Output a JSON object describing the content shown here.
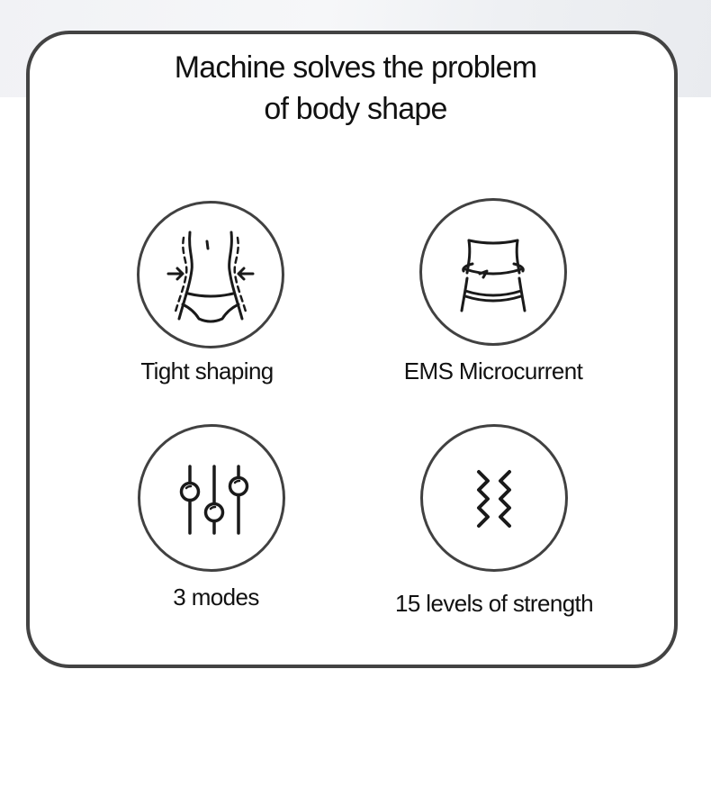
{
  "headline": {
    "line1": "Machine solves the problem",
    "line2": "of body shape"
  },
  "features": [
    {
      "label": "Tight shaping",
      "icon": "waist-tightening-icon"
    },
    {
      "label": "EMS Microcurrent",
      "icon": "waist-belt-icon"
    },
    {
      "label": "3 modes",
      "icon": "sliders-icon"
    },
    {
      "label": "15 levels of strength",
      "icon": "wave-pulse-icon"
    }
  ],
  "colors": {
    "frame": "#434343",
    "text": "#111111",
    "icon_stroke": "#1a1a1a"
  }
}
